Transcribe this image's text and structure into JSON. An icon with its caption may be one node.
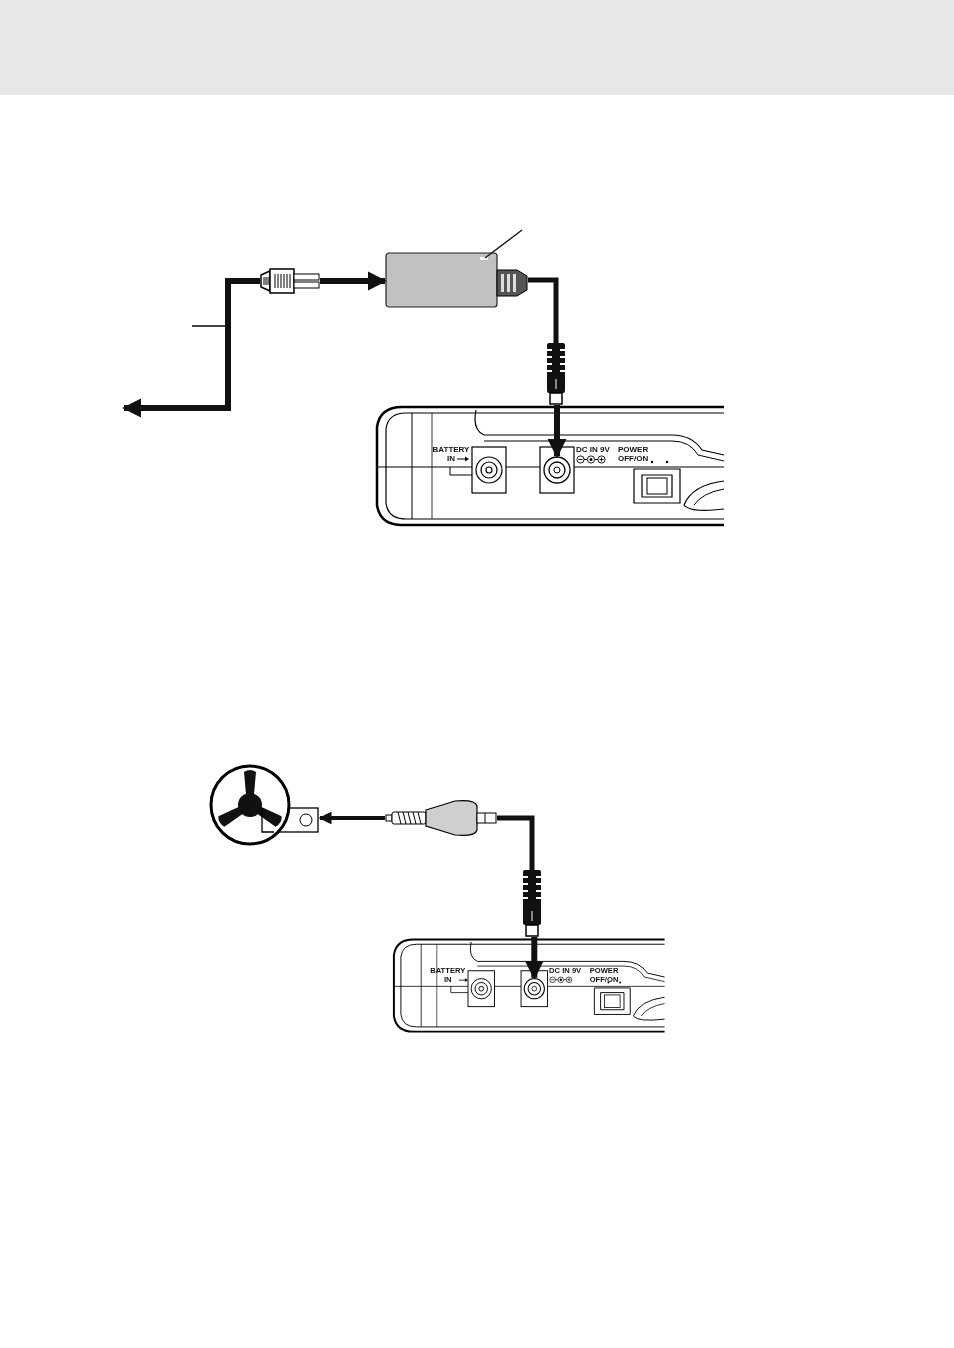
{
  "diagram": {
    "nodes": [
      {
        "text": [],
        "shape": "picture"
      },
      {
        "text": [],
        "shape": "box"
      },
      {
        "text": [],
        "shape": "picture"
      },
      {
        "text": [
          "BATTERY IN",
          "DC IN 9V",
          "POWER OFF/ON"
        ]
      },
      {
        "text": [],
        "shape": "circle",
        "in": 3
      },
      {
        "text": [],
        "shape": "picture"
      },
      {
        "text": [],
        "shape": "picture"
      },
      {
        "text": [],
        "shape": "picture"
      },
      {
        "text": [
          "BATTERY IN",
          "DC IN 9V",
          "POWER OFF/ON"
        ]
      },
      {
        "text": [],
        "shape": "circle",
        "in": 8
      }
    ],
    "edges": [
      {
        "from": 0,
        "to": 1,
        "arrow": "to"
      },
      {
        "from": 0,
        "to": null,
        "arrow": "to"
      },
      {
        "from": 1,
        "to": 2,
        "arrow": "none"
      },
      {
        "from": 2,
        "to": 4,
        "arrow": "to"
      },
      {
        "from": 6,
        "to": 5,
        "arrow": "to"
      },
      {
        "from": 6,
        "to": 7,
        "arrow": "none"
      },
      {
        "from": 7,
        "to": 9,
        "arrow": "to"
      },
      {
        "from": null,
        "to": 1,
        "arrow": "none"
      }
    ]
  }
}
